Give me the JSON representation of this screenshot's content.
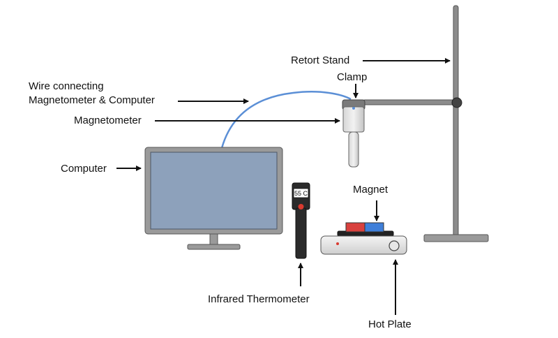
{
  "labels": {
    "retort_stand": "Retort Stand",
    "clamp": "Clamp",
    "wire_line1": "Wire connecting",
    "wire_line2": "Magnetometer & Computer",
    "magnetometer": "Magnetometer",
    "computer": "Computer",
    "magnet": "Magnet",
    "infrared_thermometer": "Infrared Thermometer",
    "hot_plate": "Hot Plate"
  },
  "thermometer": {
    "readout": "55 C"
  },
  "colors": {
    "wire": "#5b8fd6",
    "screen": "#8da1bb",
    "metal": "#9a9a9a",
    "magnet_red": "#d9413e",
    "magnet_blue": "#3f7fd9",
    "thermometer_body": "#2b2b2b",
    "thermometer_button": "#d93a2f"
  },
  "icons": {
    "arrow": "arrow-right-icon",
    "arrow_down": "arrow-down-icon",
    "arrow_up": "arrow-up-icon"
  }
}
